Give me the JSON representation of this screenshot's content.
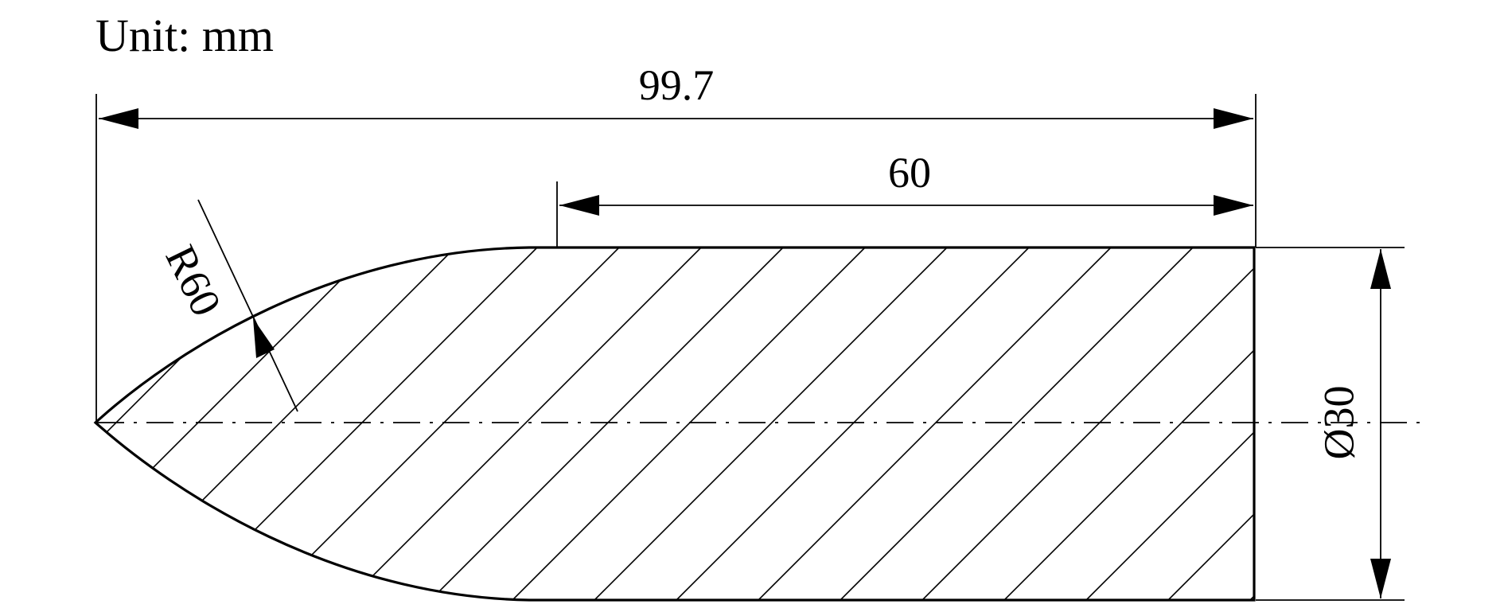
{
  "unit_label": "Unit: mm",
  "dimensions": {
    "overall_length": "99.7",
    "cylinder_length": "60",
    "nose_radius": "R60",
    "diameter": "Ø30"
  },
  "colors": {
    "line": "#000000",
    "background": "#ffffff"
  }
}
